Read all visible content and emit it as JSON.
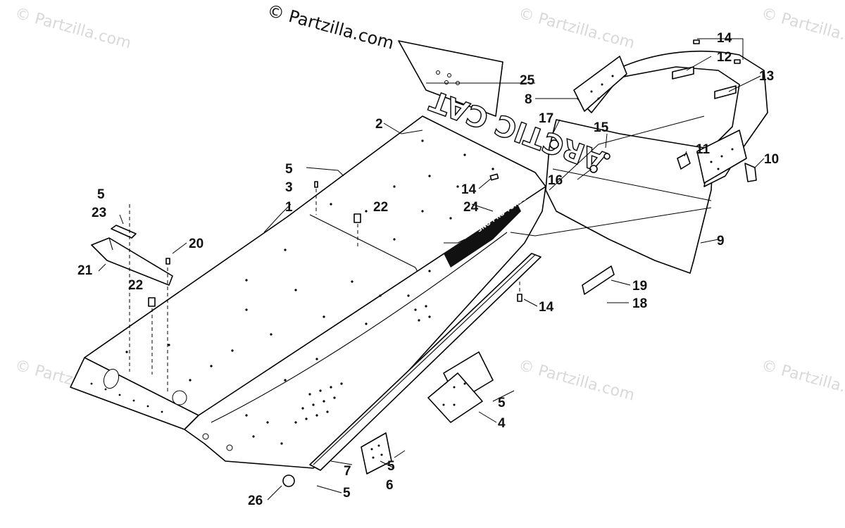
{
  "copyright": "© Partzilla.com",
  "watermark": "© Partzilla.com",
  "decal": {
    "brand": "ARCTIC CAT",
    "tunnel_decal": "SNO PRO TURBO"
  },
  "callouts": {
    "c1": "1",
    "c2": "2",
    "c3": "3",
    "c4": "4",
    "c5a": "5",
    "c5b": "5",
    "c5c": "5",
    "c5d": "5",
    "c5e": "5",
    "c6": "6",
    "c7": "7",
    "c8": "8",
    "c9": "9",
    "c10": "10",
    "c11": "11",
    "c12": "12",
    "c13": "13",
    "c14a": "14",
    "c14b": "14",
    "c14c": "14",
    "c15": "15",
    "c16": "16",
    "c17": "17",
    "c18": "18",
    "c19": "19",
    "c20": "20",
    "c21": "21",
    "c22a": "22",
    "c22b": "22",
    "c23": "23",
    "c24": "24",
    "c25": "25",
    "c26": "26"
  },
  "colors": {
    "line": "#000000",
    "background": "#ffffff",
    "watermark": "#d9d9d9"
  }
}
